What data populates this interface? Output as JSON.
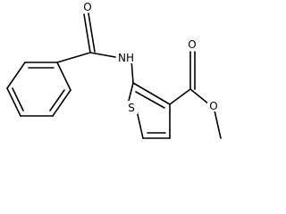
{
  "molecule": {
    "atoms": {
      "carbonyl_o": "O",
      "amide_n": "NH",
      "ester_o_double": "O",
      "ester_o_single": "O",
      "ring_s": "S"
    }
  }
}
